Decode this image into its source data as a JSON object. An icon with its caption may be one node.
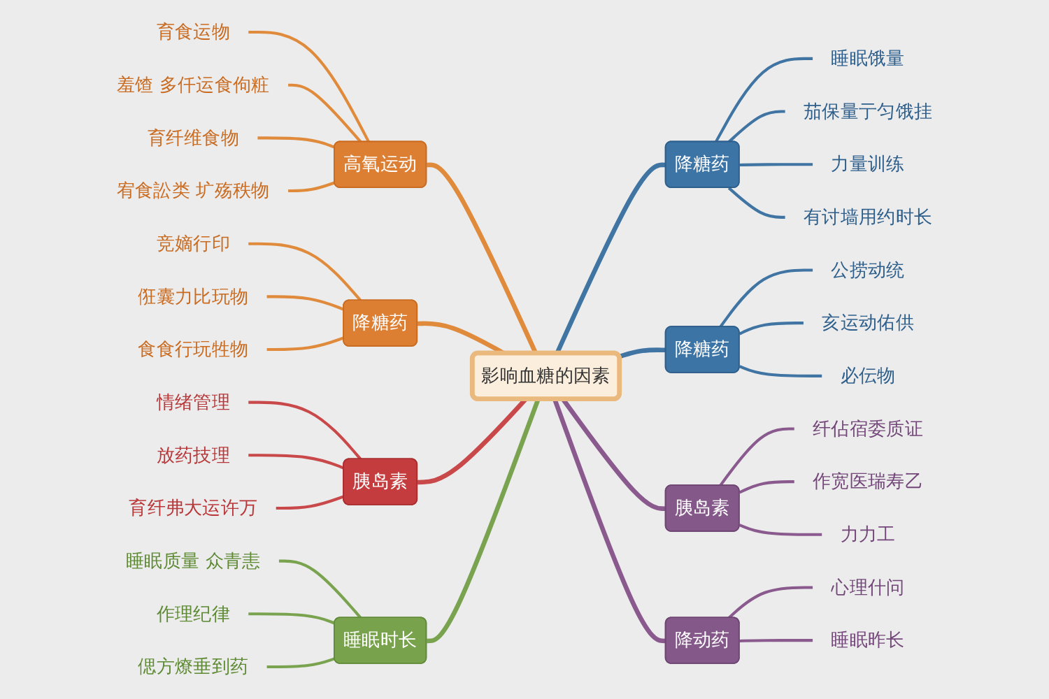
{
  "diagram": {
    "nodes": [
      {
        "text": [
          "影响血糖的因素"
        ]
      },
      {
        "text": [
          "高氧运动"
        ]
      },
      {
        "text": [
          "育食运物"
        ]
      },
      {
        "text": [
          "羞馇 多仟运食佝粧"
        ]
      },
      {
        "text": [
          "育纤维食物"
        ]
      },
      {
        "text": [
          "宥食訟类 圹殇秩物"
        ]
      },
      {
        "text": [
          "降糖药"
        ]
      },
      {
        "text": [
          "竞嫡行印"
        ]
      },
      {
        "text": [
          "俇囊力比玩物"
        ]
      },
      {
        "text": [
          "食食行玩牲物"
        ]
      },
      {
        "text": [
          "胰岛素"
        ]
      },
      {
        "text": [
          "情绪管理"
        ]
      },
      {
        "text": [
          "放药技理"
        ]
      },
      {
        "text": [
          "育纤弗大运许万"
        ]
      },
      {
        "text": [
          "睡眠时长"
        ]
      },
      {
        "text": [
          "睡眠质量 众青恚"
        ]
      },
      {
        "text": [
          "作理纪律"
        ]
      },
      {
        "text": [
          "偲方燎垂到药"
        ]
      },
      {
        "text": [
          "降糖药"
        ]
      },
      {
        "text": [
          "睡眠饿量"
        ]
      },
      {
        "text": [
          "茄保量亍匀饿挂"
        ]
      },
      {
        "text": [
          "力量训练"
        ]
      },
      {
        "text": [
          "有讨墙用约时长"
        ]
      },
      {
        "text": [
          "降糖药"
        ]
      },
      {
        "text": [
          "公捞动统"
        ]
      },
      {
        "text": [
          "亥运动佑供"
        ]
      },
      {
        "text": [
          "必伝物"
        ]
      },
      {
        "text": [
          "胰岛素"
        ]
      },
      {
        "text": [
          "纤佔宿委质证"
        ]
      },
      {
        "text": [
          "作宽医瑞寿乙"
        ]
      },
      {
        "text": [
          "力力工"
        ]
      },
      {
        "text": [
          "降动药"
        ]
      },
      {
        "text": [
          "心理什问"
        ]
      },
      {
        "text": [
          "睡眠昨长"
        ]
      }
    ],
    "edges": [
      {
        "from": 2,
        "to": 1,
        "arrow": "none",
        "color": "#e08a3c"
      },
      {
        "from": 3,
        "to": 1,
        "arrow": "none",
        "color": "#e08a3c"
      },
      {
        "from": 4,
        "to": 1,
        "arrow": "none",
        "color": "#e08a3c"
      },
      {
        "from": 5,
        "to": 1,
        "arrow": "none",
        "color": "#e08a3c"
      },
      {
        "from": 1,
        "to": 0,
        "arrow": "none",
        "color": "#e08a3c"
      },
      {
        "from": 7,
        "to": 6,
        "arrow": "none",
        "color": "#e08a3c"
      },
      {
        "from": 8,
        "to": 6,
        "arrow": "none",
        "color": "#e08a3c"
      },
      {
        "from": 9,
        "to": 6,
        "arrow": "none",
        "color": "#e08a3c"
      },
      {
        "from": 6,
        "to": 0,
        "arrow": "none",
        "color": "#e08a3c"
      },
      {
        "from": 11,
        "to": 10,
        "arrow": "none",
        "color": "#c9484a"
      },
      {
        "from": 12,
        "to": 10,
        "arrow": "none",
        "color": "#c9484a"
      },
      {
        "from": 13,
        "to": 10,
        "arrow": "none",
        "color": "#c9484a"
      },
      {
        "from": 10,
        "to": 0,
        "arrow": "none",
        "color": "#c9484a"
      },
      {
        "from": 15,
        "to": 14,
        "arrow": "none",
        "color": "#7aa34f"
      },
      {
        "from": 16,
        "to": 14,
        "arrow": "none",
        "color": "#7aa34f"
      },
      {
        "from": 17,
        "to": 14,
        "arrow": "none",
        "color": "#7aa34f"
      },
      {
        "from": 14,
        "to": 0,
        "arrow": "none",
        "color": "#7aa34f"
      },
      {
        "from": 0,
        "to": 18,
        "arrow": "none",
        "color": "#3f74a3"
      },
      {
        "from": 18,
        "to": 19,
        "arrow": "none",
        "color": "#3f74a3"
      },
      {
        "from": 18,
        "to": 20,
        "arrow": "none",
        "color": "#3f74a3"
      },
      {
        "from": 18,
        "to": 21,
        "arrow": "none",
        "color": "#3f74a3"
      },
      {
        "from": 18,
        "to": 22,
        "arrow": "none",
        "color": "#3f74a3"
      },
      {
        "from": 0,
        "to": 23,
        "arrow": "none",
        "color": "#3f74a3"
      },
      {
        "from": 23,
        "to": 24,
        "arrow": "none",
        "color": "#3f74a3"
      },
      {
        "from": 23,
        "to": 25,
        "arrow": "none",
        "color": "#3f74a3"
      },
      {
        "from": 23,
        "to": 26,
        "arrow": "none",
        "color": "#3f74a3"
      },
      {
        "from": 0,
        "to": 27,
        "arrow": "none",
        "color": "#8a5a8e"
      },
      {
        "from": 27,
        "to": 28,
        "arrow": "none",
        "color": "#8a5a8e"
      },
      {
        "from": 27,
        "to": 29,
        "arrow": "none",
        "color": "#8a5a8e"
      },
      {
        "from": 27,
        "to": 30,
        "arrow": "none",
        "color": "#8a5a8e"
      },
      {
        "from": 0,
        "to": 31,
        "arrow": "none",
        "color": "#8a5a8e"
      },
      {
        "from": 31,
        "to": 32,
        "arrow": "none",
        "color": "#8a5a8e"
      },
      {
        "from": 31,
        "to": 33,
        "arrow": "none",
        "color": "#8a5a8e"
      }
    ]
  }
}
